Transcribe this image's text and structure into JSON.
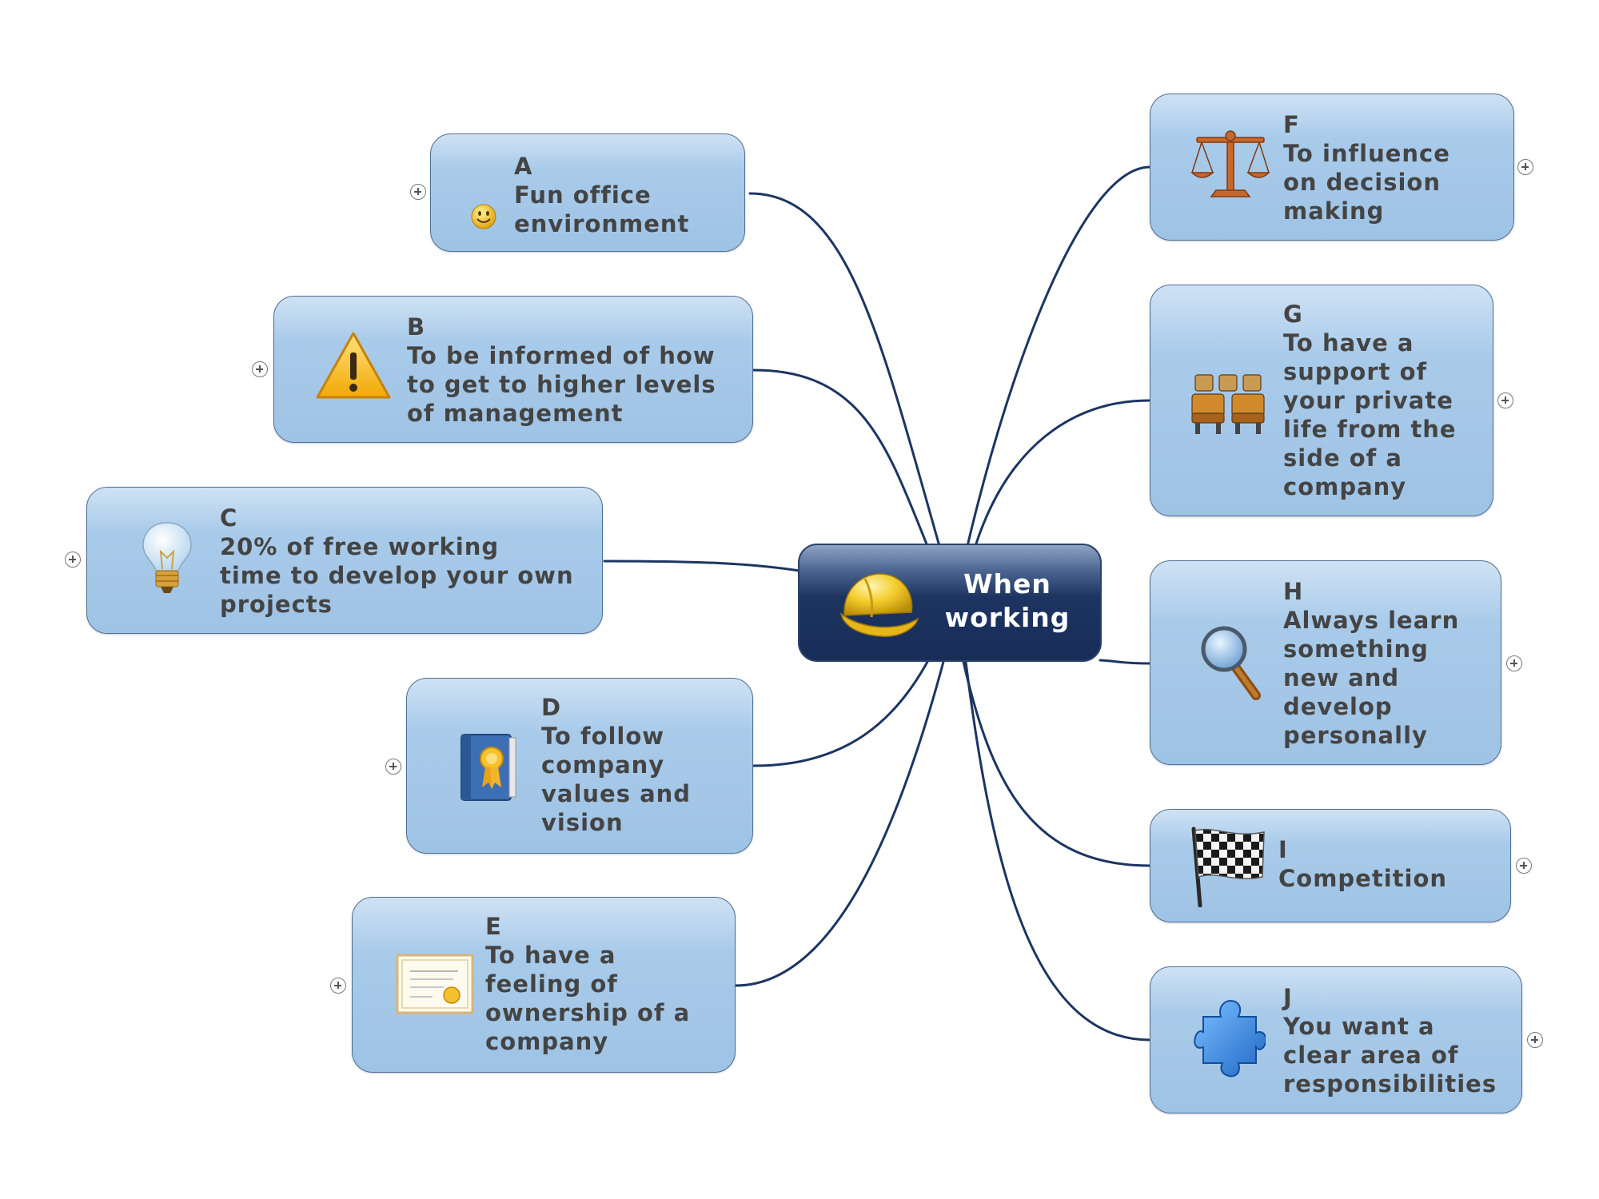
{
  "center": {
    "line1": "When",
    "line2": "working",
    "icon": "hard-hat-icon"
  },
  "topics": {
    "A": {
      "letter": "A",
      "lines": [
        "Fun office",
        "environment"
      ],
      "icon": "smiley-icon"
    },
    "B": {
      "letter": "B",
      "lines": [
        "To be informed of how",
        "to get to higher levels",
        "of management"
      ],
      "icon": "warning-icon"
    },
    "C": {
      "letter": "C",
      "lines": [
        "20% of free working",
        "time to develop your own",
        "projects"
      ],
      "icon": "light-bulb-icon"
    },
    "D": {
      "letter": "D",
      "lines": [
        "To follow",
        "company",
        "values and",
        "vision"
      ],
      "icon": "book-award-icon"
    },
    "E": {
      "letter": "E",
      "lines": [
        "To have a",
        "feeling of",
        "ownership of a",
        "company"
      ],
      "icon": "certificate-icon"
    },
    "F": {
      "letter": "F",
      "lines": [
        "To influence",
        "on decision",
        "making"
      ],
      "icon": "scales-icon"
    },
    "G": {
      "letter": "G",
      "lines": [
        "To have a",
        "support of",
        "your private",
        "life from the",
        "side of a",
        "company"
      ],
      "icon": "seats-icon"
    },
    "H": {
      "letter": "H",
      "lines": [
        "Always learn",
        "something",
        "new and",
        "develop",
        "personally"
      ],
      "icon": "magnifier-icon"
    },
    "I": {
      "letter": "I",
      "lines": [
        "Competition"
      ],
      "icon": "checkered-flag-icon"
    },
    "J": {
      "letter": "J",
      "lines": [
        "You want a",
        "clear area of",
        "responsibilities"
      ],
      "icon": "puzzle-icon"
    }
  },
  "colors": {
    "connector": "#1c3562",
    "center_fill": "#1d3461",
    "topic_fill": "#a9cbea"
  }
}
